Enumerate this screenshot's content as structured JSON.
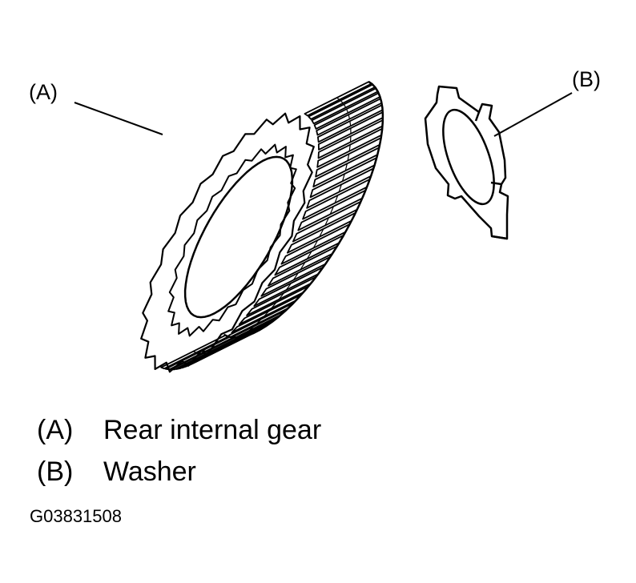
{
  "callouts": {
    "a": "(A)",
    "b": "(B)"
  },
  "legend": [
    {
      "key": "(A)",
      "label": "Rear internal gear"
    },
    {
      "key": "(B)",
      "label": "Washer"
    }
  ],
  "figure_code": "G03831508",
  "colors": {
    "ink": "#000000",
    "paper": "#ffffff"
  }
}
